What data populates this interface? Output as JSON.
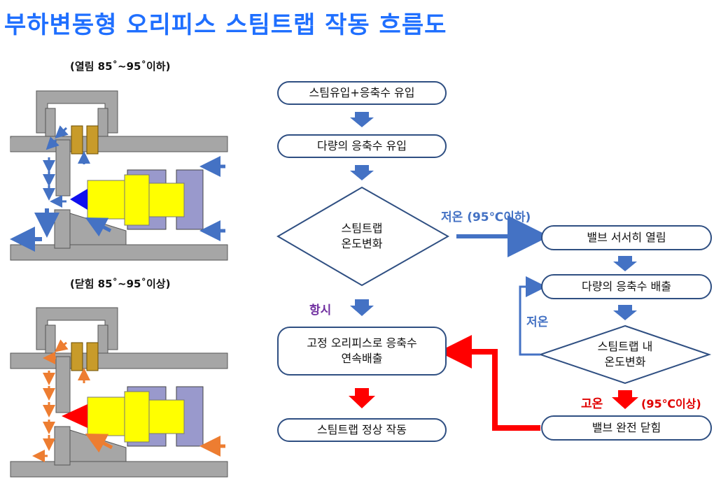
{
  "title": "부하변동형 오리피스 스팀트랩 작동 흐름도",
  "illustrations": {
    "open_caption": "(열림 85˚~95˚이하)",
    "close_caption": "(닫힘 85˚~95˚이상)"
  },
  "flow": {
    "box1": "스팀유입+응축수 유입",
    "box2": "다량의 응축수 유입",
    "decision1": "스팀트랩\n온도변화",
    "label_low1": "저온 (95℃이하)",
    "label_always": "항시",
    "box_orifice": "고정 오리피스로 응축수\n연속배출",
    "box_normal": "스팀트랩 정상 작동",
    "box_valve_open": "밸브 서서히 열림",
    "box_discharge": "다량의 응축수 배출",
    "decision2": "스팀트랩 내\n온도변화",
    "label_low2": "저온",
    "label_high": "고온",
    "label_high_temp": "(95℃이상)",
    "box_valve_close": "밸브 완전 닫힘"
  },
  "colors": {
    "title": "#1f6fff",
    "box_border": "#2f4f82",
    "blue_arrow": "#4472c4",
    "red_arrow": "#ff0000",
    "orange_arrow": "#ed7d31",
    "purple_label": "#7030a0",
    "red_label": "#e00000",
    "blue_label": "#4472c4",
    "body_gray": "#a6a6a6",
    "yellow_plug": "#ffff00",
    "bellows": "#c89b2a",
    "purple_block": "#9999cc"
  }
}
